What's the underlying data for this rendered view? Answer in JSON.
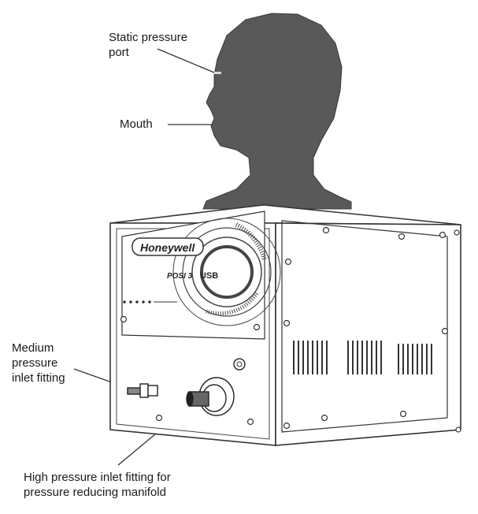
{
  "labels": {
    "static_pressure_port": "Static pressure\nport",
    "mouth": "Mouth",
    "medium_pressure_inlet": "Medium\npressure\ninlet fitting",
    "high_pressure_inlet": "High pressure inlet fitting for\npressure reducing manifold"
  },
  "device": {
    "brand": "Honeywell",
    "model": "POSI 3",
    "interface": "USB"
  },
  "colors": {
    "head_fill": "#595959",
    "outline": "#333333",
    "body_fill": "#ffffff"
  }
}
